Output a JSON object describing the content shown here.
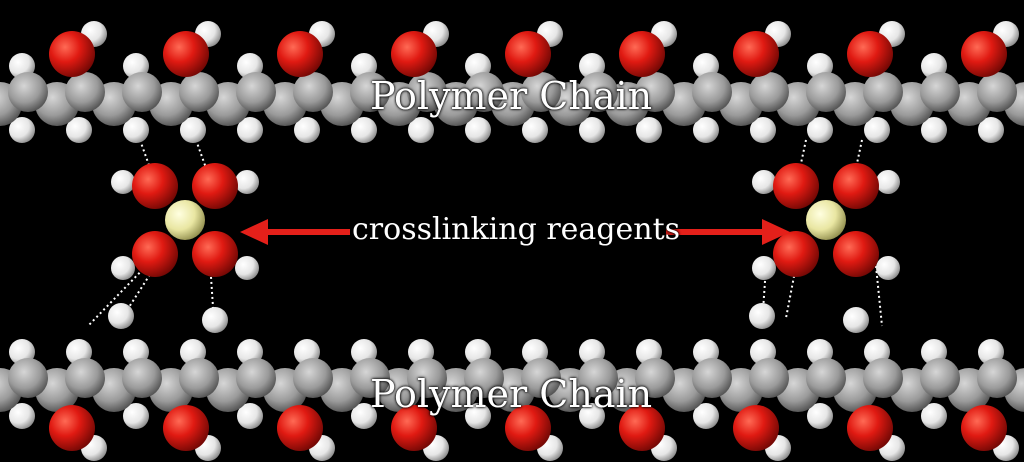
{
  "labels": {
    "top_chain": "Polymer Chain",
    "bottom_chain": "Polymer Chain",
    "crosslink": "crosslinking reagents"
  },
  "colors": {
    "oxygen": "#e01a12",
    "hydrogen": "#f4f4f4",
    "carbon": "#a6a6a6",
    "central_atom": "#e9e6a2",
    "arrow": "#e4201a",
    "background": "#000000"
  }
}
